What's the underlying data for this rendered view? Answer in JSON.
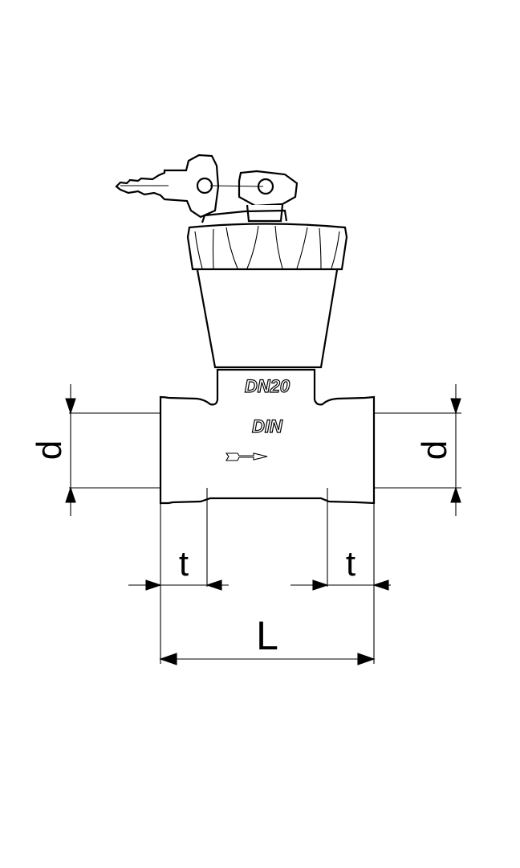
{
  "drawing": {
    "body_markings": {
      "size": "DN20",
      "standard": "DIN"
    },
    "dimension_labels": {
      "diameter_left": "d",
      "diameter_right": "d",
      "thread_depth_left": "t",
      "thread_depth_right": "t",
      "length": "L"
    }
  }
}
